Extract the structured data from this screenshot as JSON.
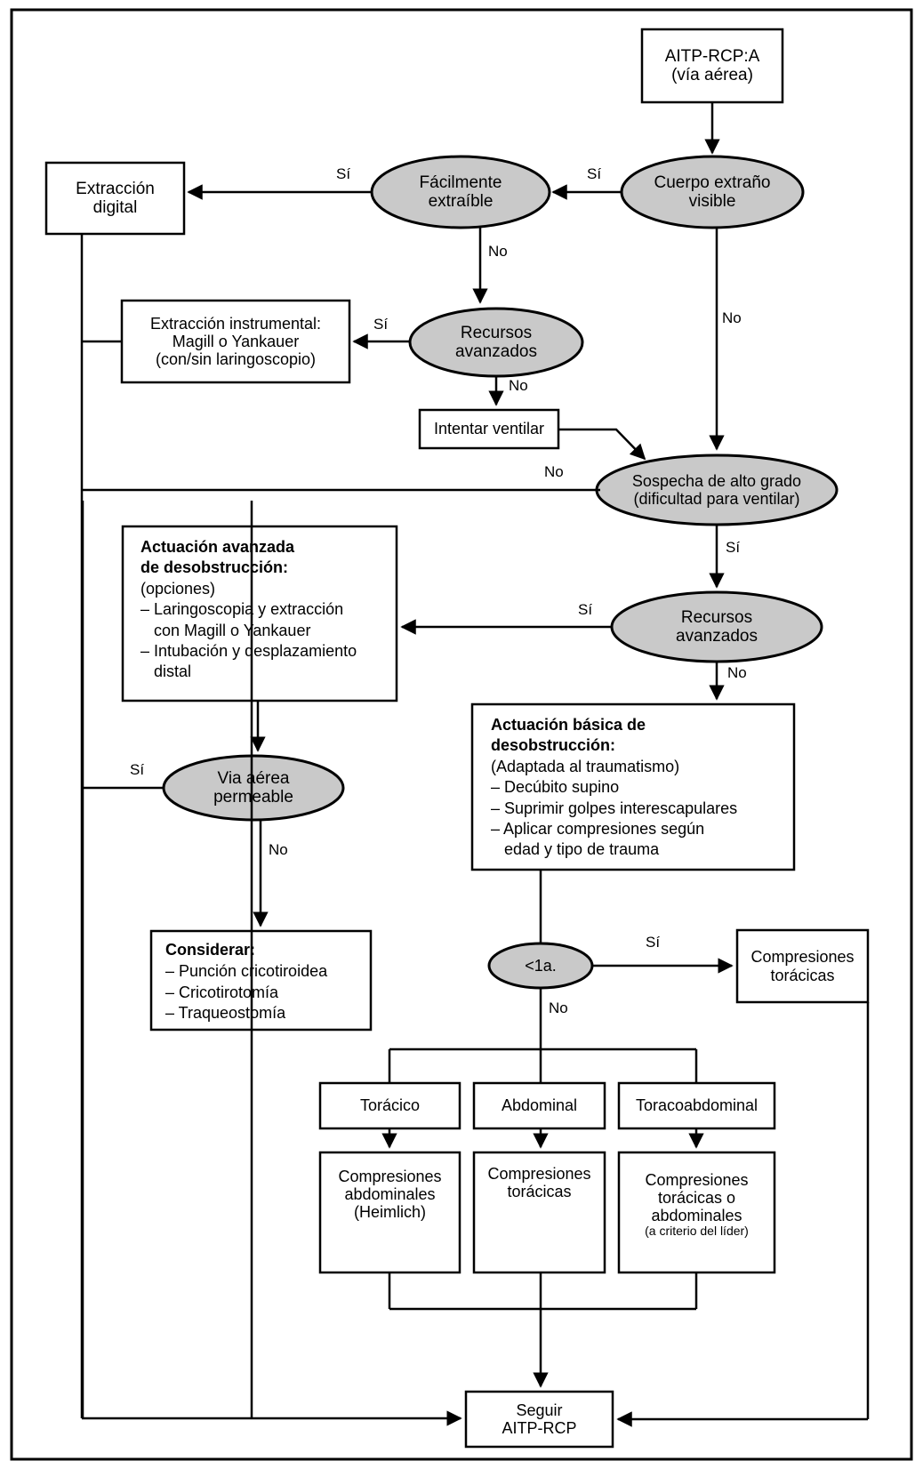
{
  "figure": {
    "title_text": "AITP-RCP:A (vía aérea) — algoritmo de desobstrucción de la vía aérea",
    "border_color": "#000000",
    "node_fill_decision": "#c9c9c9",
    "node_fill_process": "#ffffff",
    "stroke_color": "#000000"
  },
  "nodes": {
    "start": {
      "line1": "AITP-RCP:A",
      "line2": "(vía aérea)"
    },
    "cuerpo_extrano": {
      "line1": "Cuerpo extraño",
      "line2": "visible"
    },
    "facilmente_extraible": {
      "line1": "Fácilmente",
      "line2": "extraíble"
    },
    "extraccion_digital": {
      "line1": "Extracción",
      "line2": "digital"
    },
    "recursos_avanzados_1": {
      "line1": "Recursos",
      "line2": "avanzados"
    },
    "extraccion_instrumental": {
      "line1": "Extracción instrumental:",
      "line2": "Magill o Yankauer",
      "line3": "(con/sin laringoscopio)"
    },
    "intentar_ventilar": {
      "line1": "Intentar ventilar"
    },
    "sospecha_alto_grado": {
      "line1": "Sospecha de alto grado",
      "line2": "(dificultad para ventilar)"
    },
    "recursos_avanzados_2": {
      "line1": "Recursos",
      "line2": "avanzados"
    },
    "actuacion_avanzada": {
      "title1": "Actuación avanzada",
      "title2": "de desobstrucción:",
      "sub": "(opciones)",
      "item1a": "– Laringoscopia y extracción",
      "item1b": "   con Magill o Yankauer",
      "item2a": "– Intubación y desplazamiento",
      "item2b": "   distal"
    },
    "actuacion_basica": {
      "title1": "Actuación básica de",
      "title2": "desobstrucción:",
      "sub": "(Adaptada al traumatismo)",
      "item1": "– Decúbito supino",
      "item2": "– Suprimir golpes interescapulares",
      "item3a": "– Aplicar compresiones según",
      "item3b": "   edad y tipo de trauma"
    },
    "via_aerea_permeable": {
      "line1": "Via aérea",
      "line2": "permeable"
    },
    "considerar": {
      "title": "Considerar:",
      "item1": "– Punción cricotiroidea",
      "item2": "– Cricotirotomía",
      "item3": "– Traqueostomía"
    },
    "menor_1a": {
      "line1": "<1a."
    },
    "compresiones_toracicas_top": {
      "line1": "Compresiones",
      "line2": "torácicas"
    },
    "toracico": {
      "line1": "Torácico"
    },
    "abdominal": {
      "line1": "Abdominal"
    },
    "toracoabdominal": {
      "line1": "Toracoabdominal"
    },
    "compresiones_abdominales": {
      "line1": "Compresiones",
      "line2": "abdominales",
      "line3": "(Heimlich)"
    },
    "compresiones_toracicas_mid": {
      "line1": "Compresiones",
      "line2": "torácicas"
    },
    "compresiones_toracoabdominales": {
      "line1": "Compresiones",
      "line2": "torácicas o",
      "line3": "abdominales",
      "line4": "(a criterio del líder)"
    },
    "seguir_aitp": {
      "line1": "Seguir",
      "line2": "AITP-RCP"
    }
  },
  "edge_labels": {
    "si_cuerpo_extrano": "Sí",
    "no_cuerpo_extrano": "No",
    "si_facilmente": "Sí",
    "no_facilmente": "No",
    "si_recursos1": "Sí",
    "no_recursos1": "No",
    "no_intentar_ventilar": "No",
    "si_sospecha": "Sí",
    "si_recursos2": "Sí",
    "no_recursos2": "No",
    "si_via_aerea": "Sí",
    "no_via_aerea": "No",
    "si_menor1a": "Sí",
    "no_menor1a": "No"
  }
}
